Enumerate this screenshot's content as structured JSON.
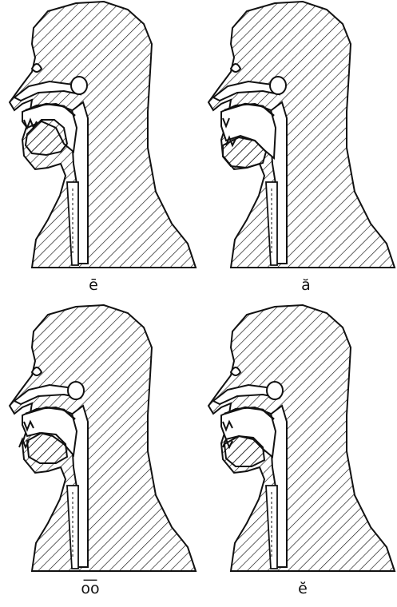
{
  "colors": {
    "ink": "#111111",
    "background": "#ffffff"
  },
  "panels": [
    {
      "id": "tl",
      "label": "ē"
    },
    {
      "id": "tr",
      "label": "ă"
    },
    {
      "id": "bl",
      "label": "o͞o"
    },
    {
      "id": "br",
      "label": "ĕ"
    }
  ]
}
